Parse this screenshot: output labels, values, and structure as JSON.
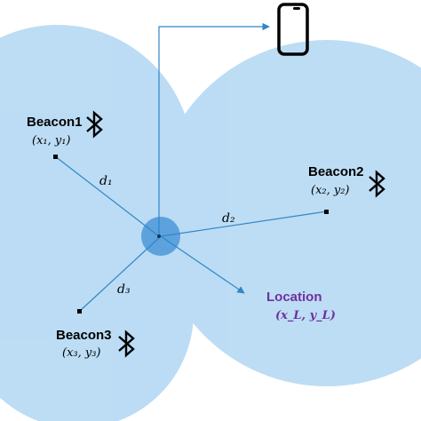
{
  "colors": {
    "coverage": "#a9d3f1",
    "overlap": "#8ec4ec",
    "center_fill": "#3d8fd6",
    "line": "#2f86c8",
    "location_text": "#7030a0"
  },
  "beacons": [
    {
      "name": "Beacon1",
      "coord": "(x₁, y₁)",
      "distance_label": "d₁",
      "icon": "bluetooth-icon"
    },
    {
      "name": "Beacon2",
      "coord": "(x₂, y₂)",
      "distance_label": "d₂",
      "icon": "bluetooth-icon"
    },
    {
      "name": "Beacon3",
      "coord": "(x₃, y₃)",
      "distance_label": "d₃",
      "icon": "bluetooth-icon"
    }
  ],
  "location": {
    "title": "Location",
    "coord": "(x_L, y_L)"
  },
  "device": {
    "icon": "smartphone-icon"
  }
}
